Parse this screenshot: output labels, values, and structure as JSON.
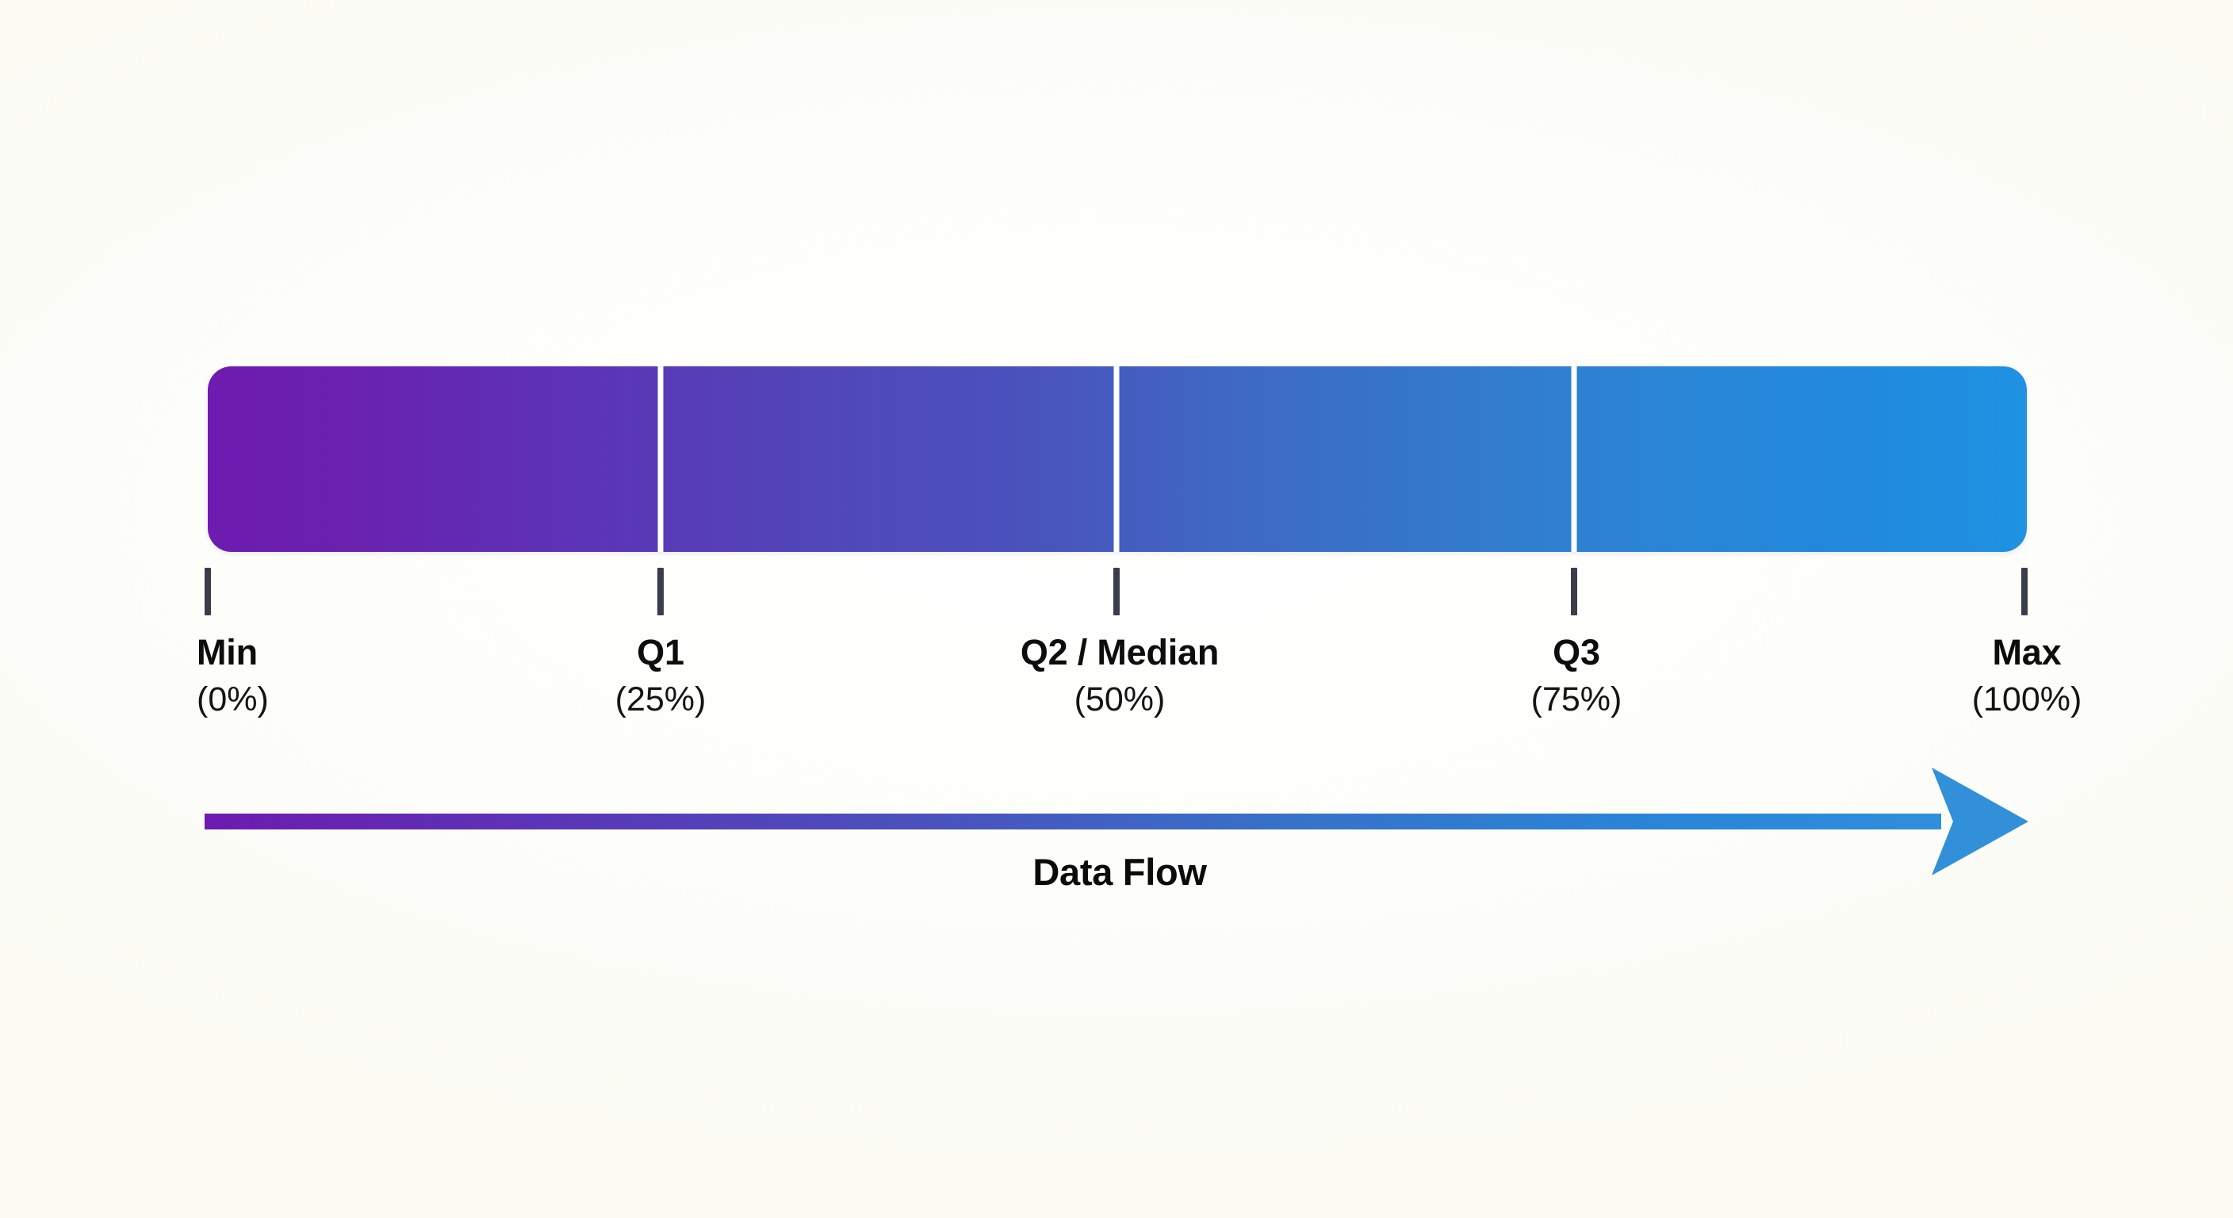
{
  "figure": {
    "background_color": "#fdfdf8",
    "gradient_start_color": "#6d1bb0",
    "gradient_mid_color": "#4a52bc",
    "gradient_end_color": "#1f92e2",
    "divider_color": "#fdfdfa",
    "tick_color": "#3a3d4a",
    "text_color": "#0d0d0d"
  },
  "flow": {
    "caption": "Data Flow",
    "arrow_icon": "right-arrow-icon",
    "shaft_start_color": "#6d1bb0",
    "shaft_end_color": "#2f8fdc",
    "head_color": "#3190d8"
  },
  "chart_data": {
    "type": "bar",
    "title": "",
    "subtitle": "",
    "xlabel": "Data Flow",
    "ylabel": "",
    "orientation": "horizontal",
    "grid": false,
    "legend": false,
    "xlim": [
      0,
      100
    ],
    "categories": [
      "Min",
      "Q1",
      "Q2 / Median",
      "Q3",
      "Max"
    ],
    "values": [
      0,
      25,
      50,
      75,
      100
    ],
    "tick_labels": [
      "Min",
      "Q1",
      "Q2 / Median",
      "Q3",
      "Max"
    ],
    "tick_sublabels": [
      "(0%)",
      "(25%)",
      "(50%)",
      "(75%)",
      "(100%)"
    ],
    "annotations": [
      "Data Flow"
    ],
    "segments": [
      {
        "from": 0,
        "to": 25,
        "label": "Min to Q1"
      },
      {
        "from": 25,
        "to": 50,
        "label": "Q1 to Q2 / Median"
      },
      {
        "from": 50,
        "to": 75,
        "label": "Q2 / Median to Q3"
      },
      {
        "from": 75,
        "to": 100,
        "label": "Q3 to Max"
      }
    ],
    "markers": [
      {
        "name": "Min",
        "percent": "(0%)",
        "value": 0
      },
      {
        "name": "Q1",
        "percent": "(25%)",
        "value": 25
      },
      {
        "name": "Q2 / Median",
        "percent": "(50%)",
        "value": 50
      },
      {
        "name": "Q3",
        "percent": "(75%)",
        "value": 75
      },
      {
        "name": "Max",
        "percent": "(100%)",
        "value": 100
      }
    ]
  }
}
